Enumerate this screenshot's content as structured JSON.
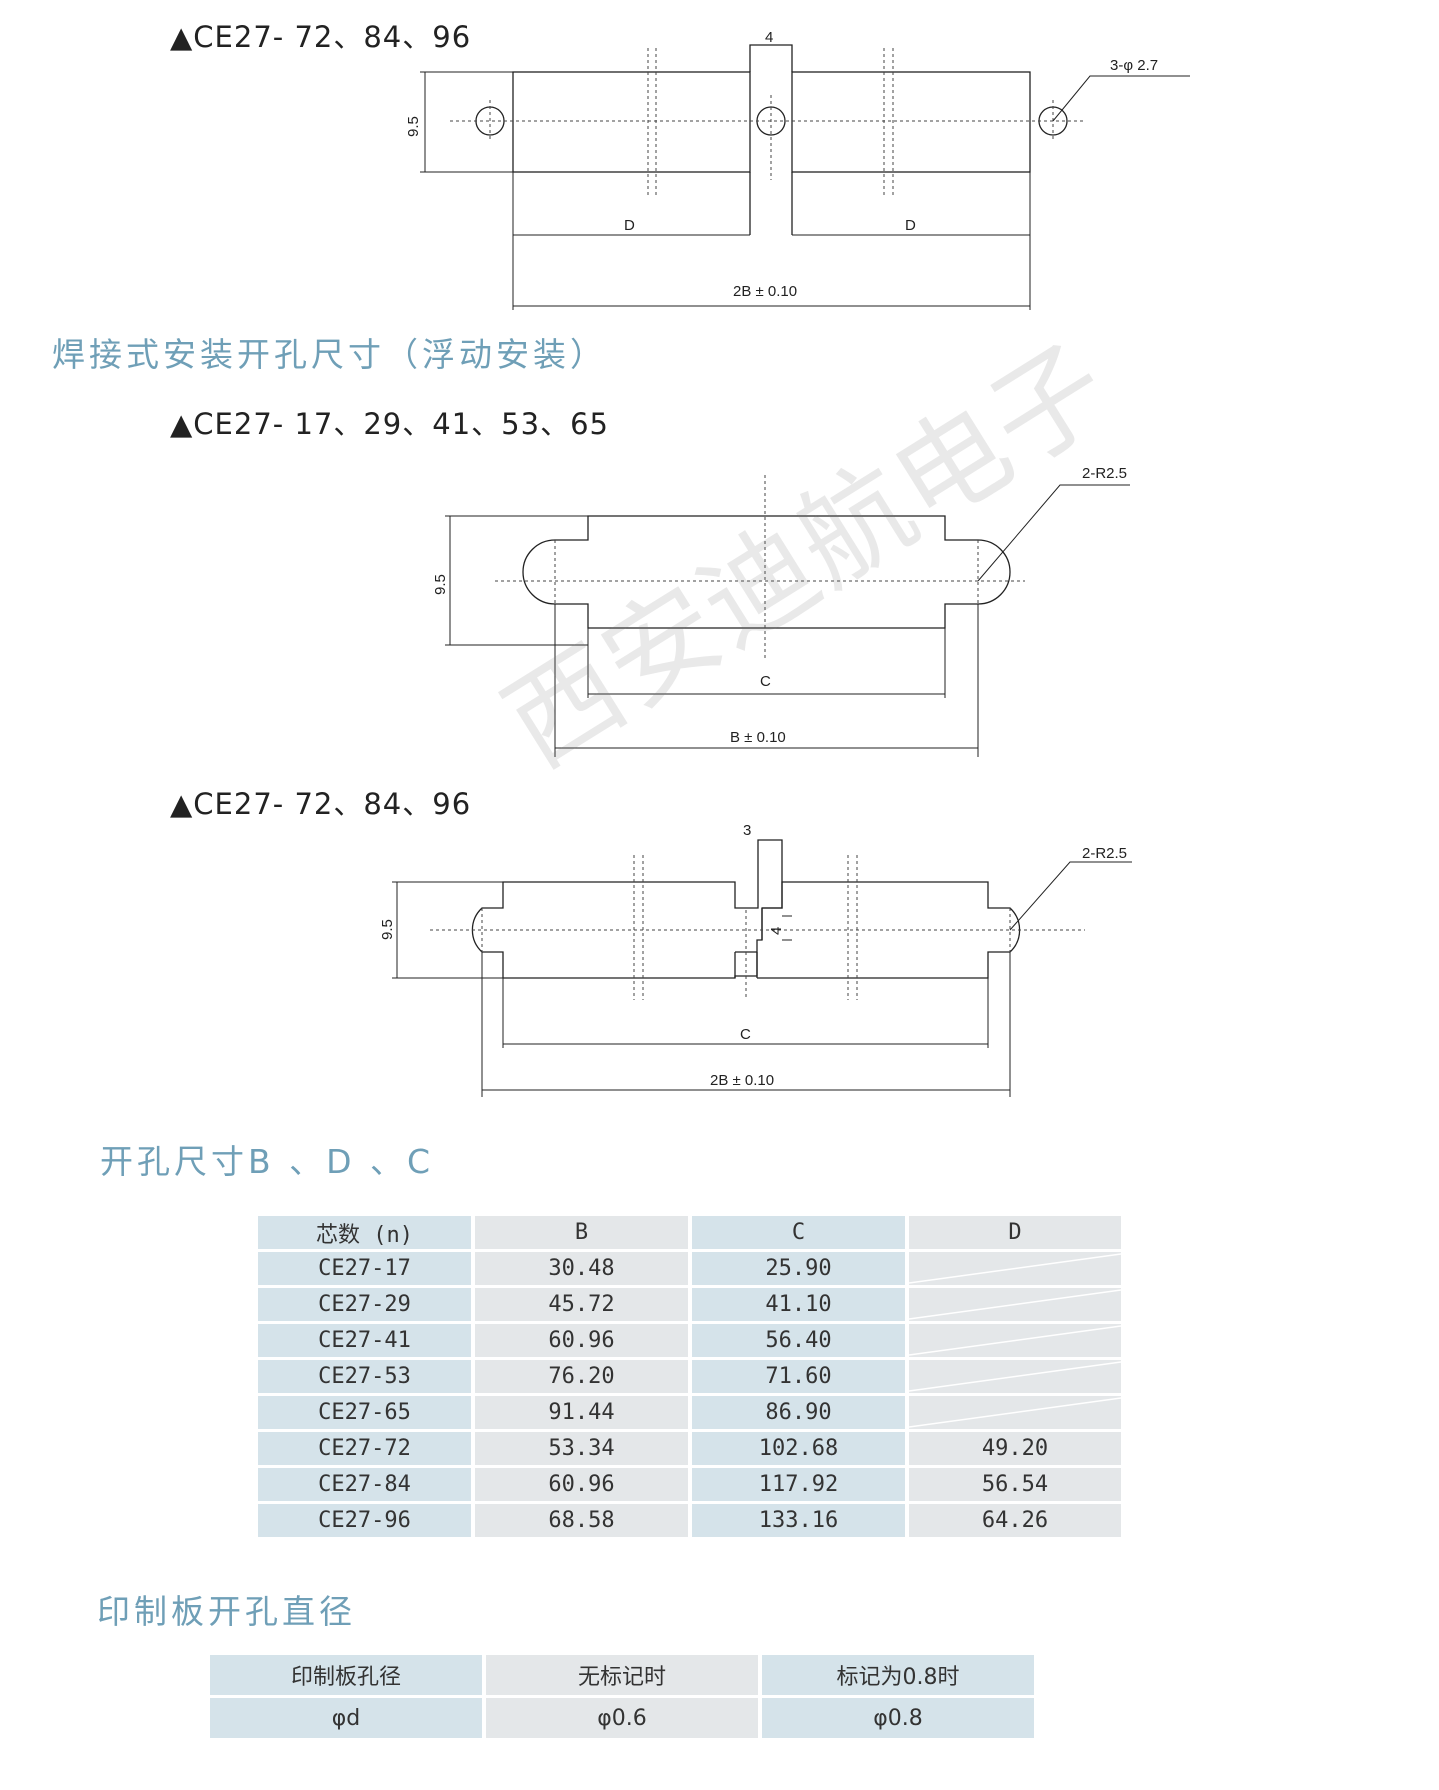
{
  "labels": {
    "model_72_96_top": "▲CE27- 72、84、96",
    "model_17_65": "▲CE27- 17、29、41、53、65",
    "model_72_96_bottom": "▲CE27- 72、84、96"
  },
  "sections": {
    "weld_title": "焊接式安装开孔尺寸（浮动安装）",
    "bdc_title": "开孔尺寸B 、D 、C",
    "pcb_title": "印制板开孔直径"
  },
  "drawing1": {
    "dim_top": "4",
    "dim_hole": "3-φ 2.7",
    "dim_height": "9.5",
    "dim_d_left": "D",
    "dim_d_right": "D",
    "dim_total": "2B ± 0.10"
  },
  "drawing2": {
    "dim_radius": "2-R2.5",
    "dim_height": "9.5",
    "dim_c": "C",
    "dim_total": "B ± 0.10"
  },
  "drawing3": {
    "dim_radius": "2-R2.5",
    "dim_top": "3",
    "dim_slot": "4",
    "dim_height": "9.5",
    "dim_c": "C",
    "dim_total": "2B ± 0.10"
  },
  "watermark": "西安迪航电子",
  "bdc_table": {
    "headers": [
      "芯数 (n)",
      "B",
      "C",
      "D"
    ],
    "rows": [
      [
        "CE27-17",
        "30.48",
        "25.90",
        ""
      ],
      [
        "CE27-29",
        "45.72",
        "41.10",
        ""
      ],
      [
        "CE27-41",
        "60.96",
        "56.40",
        ""
      ],
      [
        "CE27-53",
        "76.20",
        "71.60",
        ""
      ],
      [
        "CE27-65",
        "91.44",
        "86.90",
        ""
      ],
      [
        "CE27-72",
        "53.34",
        "102.68",
        "49.20"
      ],
      [
        "CE27-84",
        "60.96",
        "117.92",
        "56.54"
      ],
      [
        "CE27-96",
        "68.58",
        "133.16",
        "64.26"
      ]
    ]
  },
  "pcb_table": {
    "headers": [
      "印制板孔径",
      "无标记时",
      "标记为0.8时"
    ],
    "row": [
      "φd",
      "φ0.6",
      "φ0.8"
    ]
  },
  "colors": {
    "title": "#6f9fb7",
    "cell_blue": "#d5e3ea",
    "cell_gray": "#e4e7e9"
  }
}
